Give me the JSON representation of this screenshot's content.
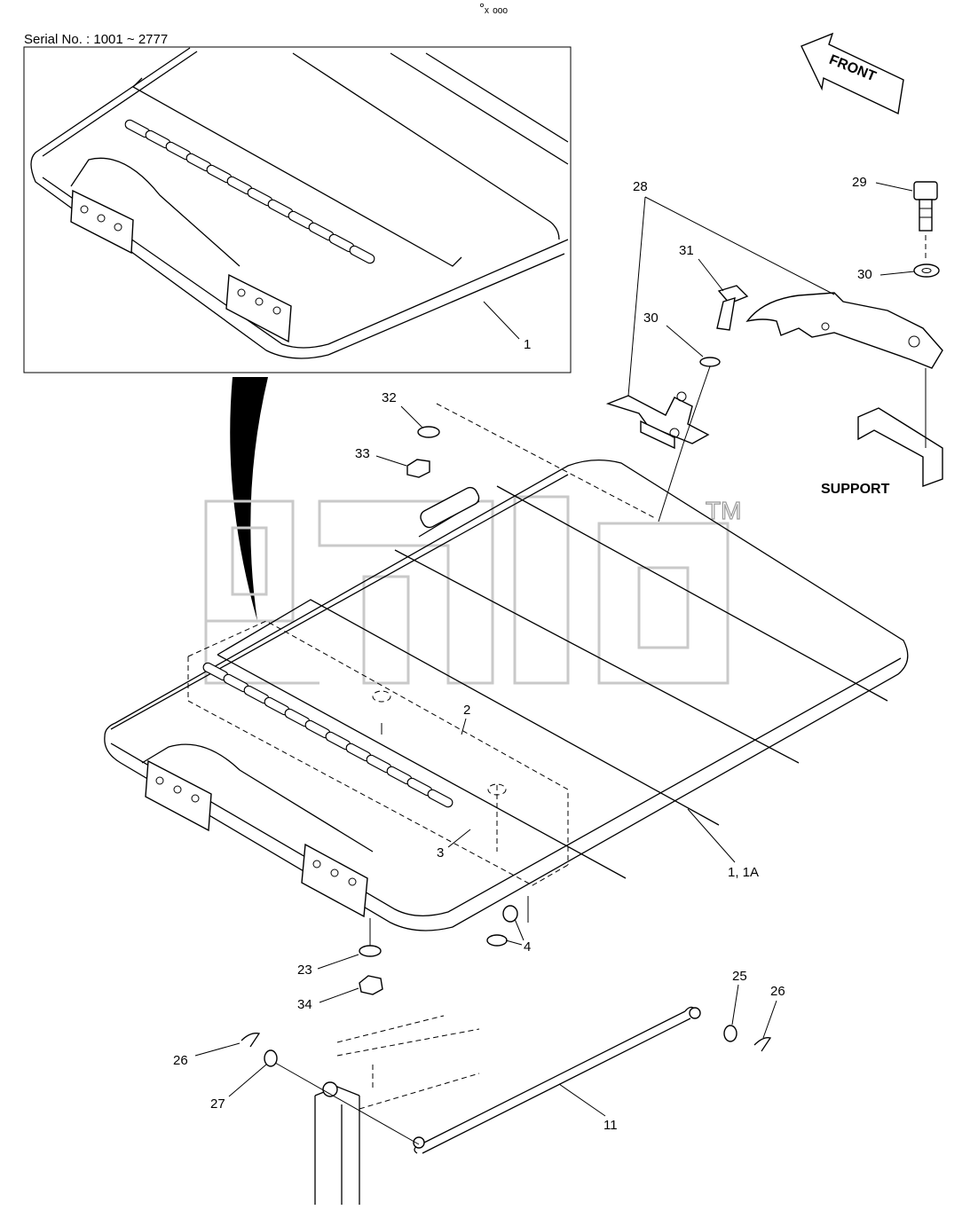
{
  "header": {
    "top_mark": "°ₓ ₒₒₒ"
  },
  "inset": {
    "serial_label": "Serial No. : 1001 ~ 2777",
    "part_label": "1"
  },
  "orientation": {
    "front_label": "FRONT"
  },
  "support_label": "SUPPORT",
  "watermark": {
    "trademark": "TM"
  },
  "callouts": {
    "c28": "28",
    "c29": "29",
    "c30a": "30",
    "c30b": "30",
    "c31": "31",
    "c32": "32",
    "c33": "33",
    "c2": "2",
    "c3": "3",
    "c1_1a": "1, 1A",
    "c4": "4",
    "c23": "23",
    "c34": "34",
    "c25": "25",
    "c26a": "26",
    "c26b": "26",
    "c27": "27",
    "c11": "11"
  }
}
